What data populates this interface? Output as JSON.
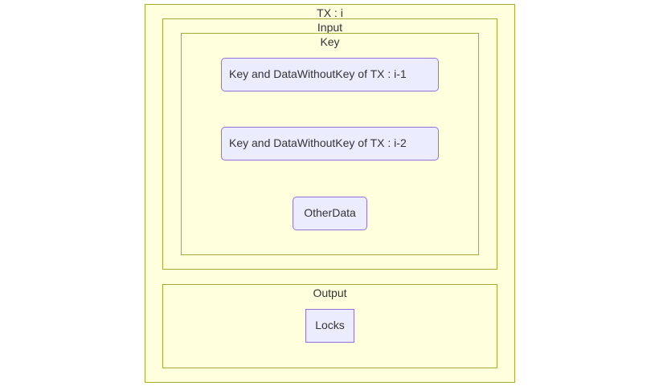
{
  "clusters": {
    "tx": "TX : i",
    "input": "Input",
    "key": "Key",
    "output": "Output"
  },
  "nodes": {
    "tx_i1": "Key and DataWithoutKey of TX : i-1",
    "tx_i2": "Key and DataWithoutKey of TX : i-2",
    "other_data": "OtherData",
    "locks": "Locks"
  },
  "colors": {
    "cluster_fill": "#ffffde",
    "cluster_border": "#aaaa33",
    "node_fill": "#ececff",
    "node_border": "#9370db",
    "text": "#333333"
  }
}
